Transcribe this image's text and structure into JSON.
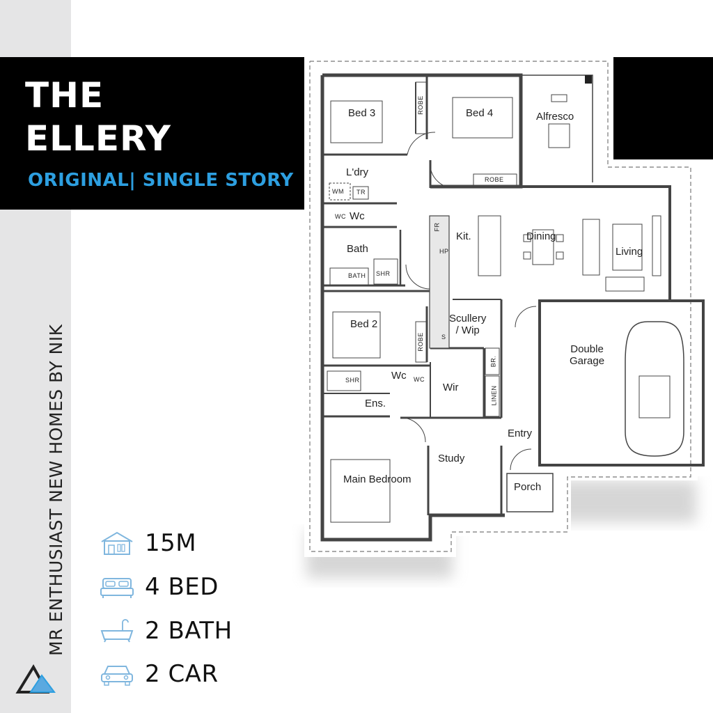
{
  "header": {
    "title_line1": "THE",
    "title_line2": "ELLERY",
    "subtitle": "ORIGINAL| SINGLE STORY"
  },
  "brand": {
    "side_text": "MR ENTHUSIAST NEW HOMES BY NIK",
    "logo_icon": "triangle-logo-icon"
  },
  "colors": {
    "accent": "#2d9fe0",
    "band": "#000000",
    "strip": "#e5e5e6"
  },
  "floorplan": {
    "rooms": {
      "bed3": "Bed 3",
      "bed4": "Bed 4",
      "alfresco": "Alfresco",
      "laundry": "L'dry",
      "wc1": "Wc",
      "bath": "Bath",
      "kitchen": "Kit.",
      "dining": "Dining",
      "living": "Living",
      "bed2": "Bed 2",
      "scullery": "Scullery\n/ Wip",
      "garage": "Double\nGarage",
      "wc2": "Wc",
      "wir": "Wir",
      "ensuite": "Ens.",
      "entry": "Entry",
      "study": "Study",
      "main_bedroom": "Main Bedroom",
      "porch": "Porch"
    },
    "fixtures": {
      "robe": "ROBE",
      "wm": "WM",
      "tr": "TR",
      "wc": "WC",
      "bath": "BATH",
      "shr": "SHR",
      "fr": "FR",
      "hp": "HP",
      "s": "S",
      "br": "BR.",
      "linen": "LINEN"
    }
  },
  "specs": [
    {
      "icon": "house-frontage-icon",
      "value": "15M"
    },
    {
      "icon": "bed-icon",
      "value": "4 BED"
    },
    {
      "icon": "bathtub-icon",
      "value": "2 BATH"
    },
    {
      "icon": "car-icon",
      "value": "2 CAR"
    }
  ]
}
